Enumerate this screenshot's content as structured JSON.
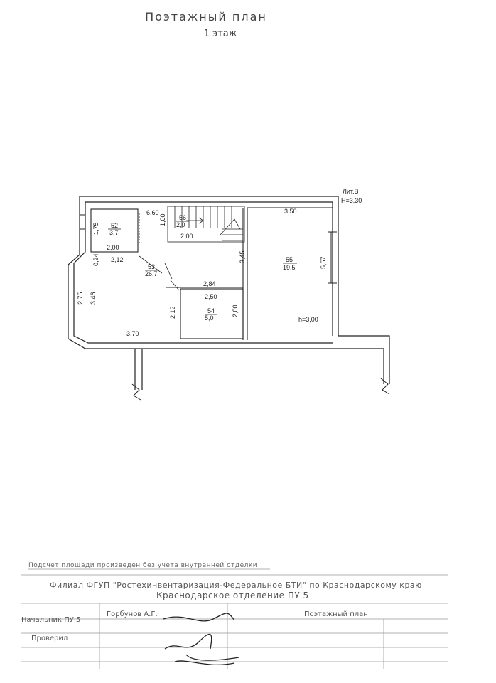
{
  "header": {
    "title": "Поэтажный план",
    "floor": "1 этаж"
  },
  "lit": {
    "name": "Лит.В",
    "height": "H=3,30"
  },
  "rooms": [
    {
      "number": "52",
      "area": "3,7"
    },
    {
      "number": "53",
      "area": "26,7"
    },
    {
      "number": "54",
      "area": "5,0"
    },
    {
      "number": "55",
      "area": "19,5"
    },
    {
      "number": "56",
      "area": "2,0"
    }
  ],
  "dims": {
    "d660": "6,60",
    "d100": "1,00",
    "d175": "1,75",
    "d200a": "2,00",
    "d200b": "2,00",
    "d212a": "2,12",
    "d024": "0,24",
    "d275": "2,75",
    "d346": "3,46",
    "d370": "3,70",
    "d212b": "2,12",
    "d284": "2,84",
    "d250": "2,50",
    "d200c": "2,00",
    "d345": "3,45",
    "d350": "3,50",
    "d557": "5,57",
    "h300": "h=3,00"
  },
  "footer": {
    "note": "Подсчет площади произведен без учета внутренней отделки",
    "institution": "Филиал ФГУП \"Ростехинвентаризация-Федеральное БТИ\" по Краснодарскому краю",
    "department": "Краснодарское отделение ПУ 5",
    "chief_label": "Начальник ПУ 5",
    "chief_name": "Горбунов А.Г.",
    "doc_title": "Поэтажный план",
    "checked_label": "Проверил"
  },
  "colors": {
    "line": "#222222",
    "faint": "#999999"
  }
}
